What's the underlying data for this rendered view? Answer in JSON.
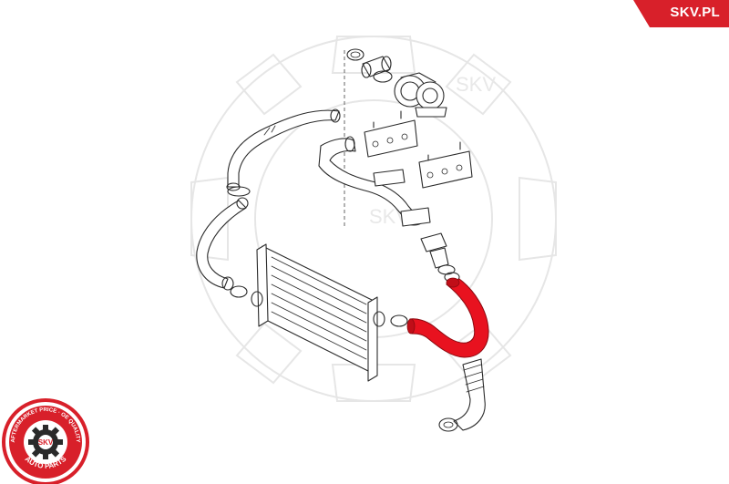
{
  "brand": {
    "name": "SKV.PL",
    "accent_color": "#d8202a"
  },
  "watermark": {
    "text_upper": "SKV",
    "text_lower": "SKV"
  },
  "badge": {
    "center_text": "SKV",
    "ring_text_top": "AFTERMARKET PRICE · OE QUALITY",
    "ring_text_bottom": "AUTO PARTS",
    "icon": "gear-icon"
  },
  "diagram": {
    "highlighted_part": "charge-air-hose",
    "highlight_color": "#e8121f"
  }
}
